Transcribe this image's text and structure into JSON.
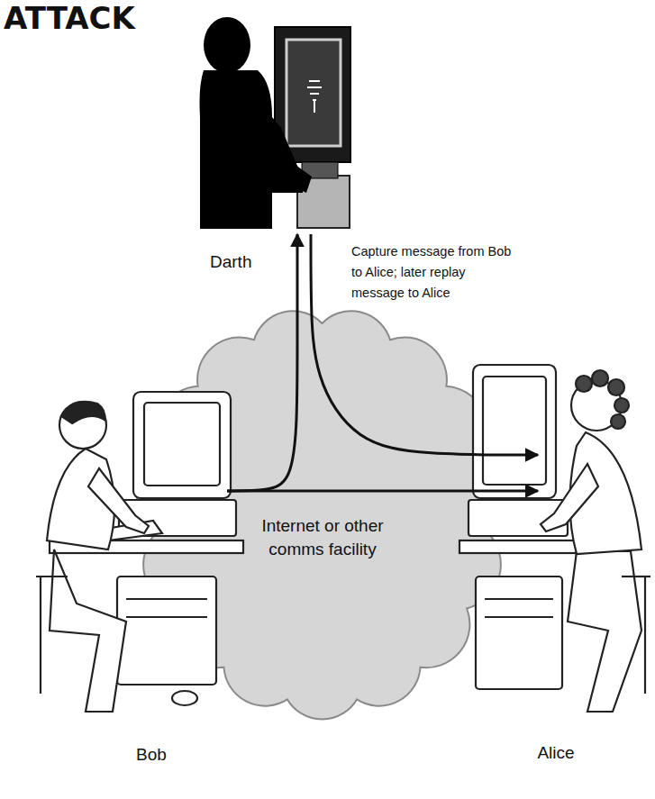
{
  "diagram": {
    "title": "ATTACK",
    "nodes": [
      {
        "text": [
          "Darth"
        ]
      },
      {
        "text": [
          "Internet or other comms facility"
        ]
      },
      {
        "text": [
          "Bob"
        ]
      },
      {
        "text": [
          "Alice"
        ]
      }
    ],
    "edges": [
      {
        "from": 2,
        "to": 0,
        "arrow": "to",
        "label": "Capture message from Bob to Alice; later replay message to Alice"
      },
      {
        "from": 0,
        "to": 3,
        "arrow": "to"
      },
      {
        "from": 2,
        "to": 3,
        "arrow": "to"
      }
    ]
  }
}
